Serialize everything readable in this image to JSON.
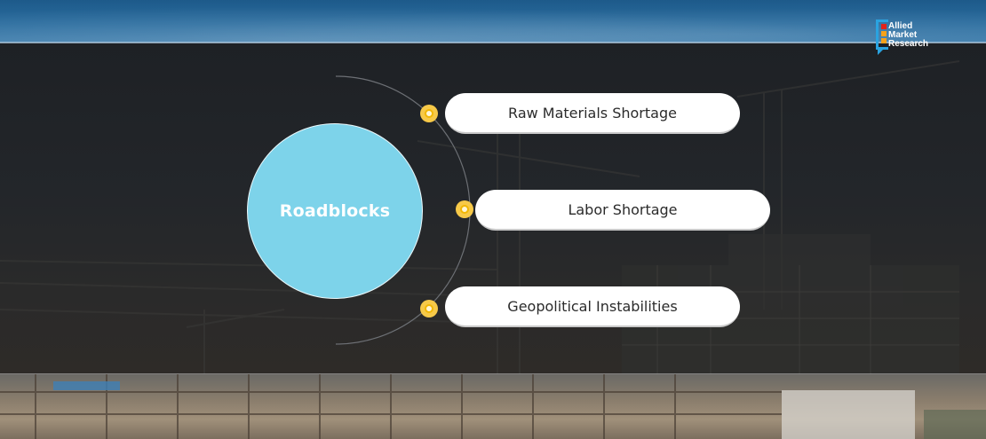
{
  "logo": {
    "line1": "Allied",
    "line2": "Market",
    "line3": "Research"
  },
  "diagram": {
    "center_label": "Roadblocks",
    "items": [
      {
        "label": "Raw Materials Shortage"
      },
      {
        "label": "Labor Shortage"
      },
      {
        "label": "Geopolitical Instabilities"
      }
    ]
  },
  "colors": {
    "center_circle": "#7dd3ea",
    "dot": "#f7c948",
    "pill": "#ffffff",
    "logo_blue": "#2aa3e0",
    "logo_red": "#e2231a",
    "logo_orange": "#f7a21b"
  }
}
